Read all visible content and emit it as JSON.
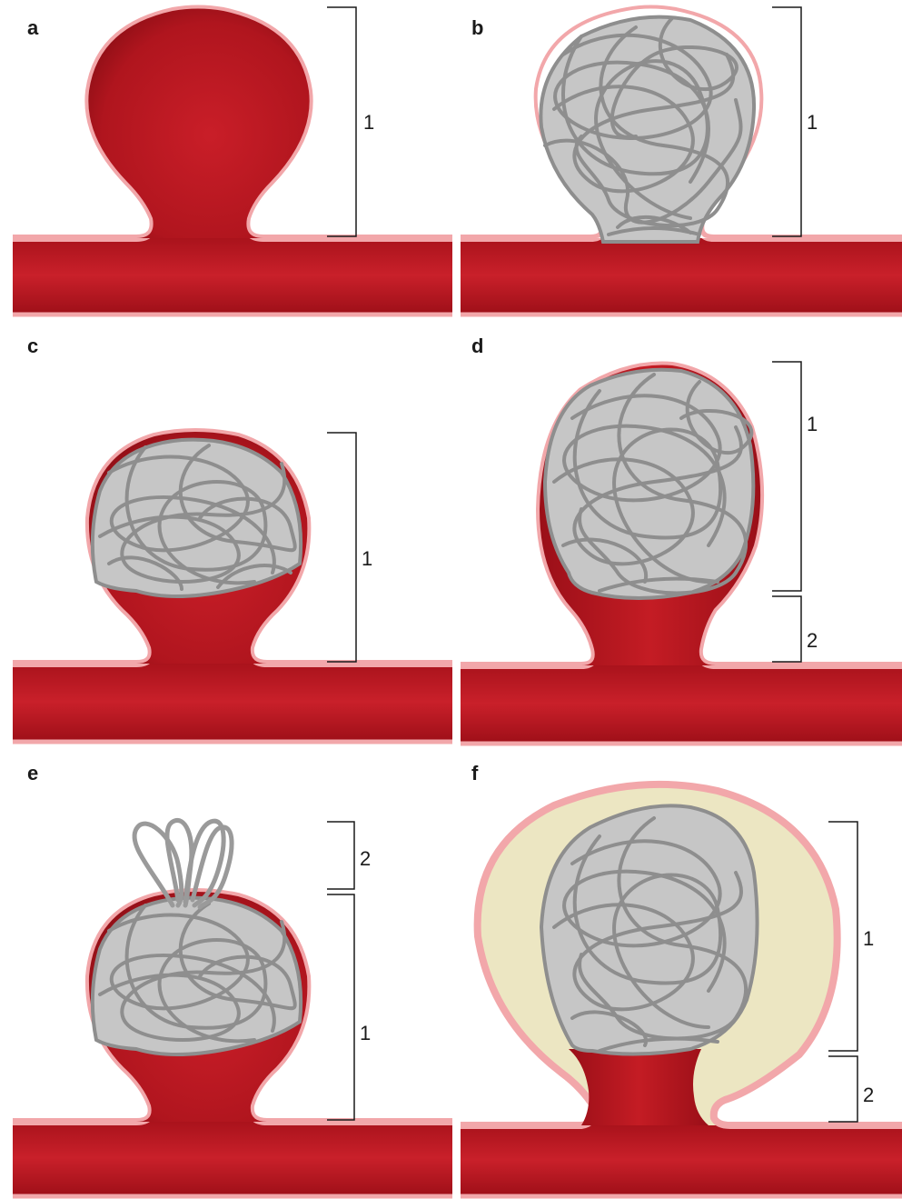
{
  "figure": {
    "panels": [
      {
        "id": "a",
        "letter": "a",
        "brackets": [
          {
            "label": "1"
          }
        ]
      },
      {
        "id": "b",
        "letter": "b",
        "brackets": [
          {
            "label": "1"
          }
        ]
      },
      {
        "id": "c",
        "letter": "c",
        "brackets": [
          {
            "label": "1"
          }
        ]
      },
      {
        "id": "d",
        "letter": "d",
        "brackets": [
          {
            "label": "1"
          },
          {
            "label": "2"
          }
        ]
      },
      {
        "id": "e",
        "letter": "e",
        "brackets": [
          {
            "label": "2"
          },
          {
            "label": "1"
          }
        ]
      },
      {
        "id": "f",
        "letter": "f",
        "brackets": [
          {
            "label": "1"
          },
          {
            "label": "2"
          }
        ]
      }
    ]
  },
  "colors": {
    "vessel_dark": "#a01018",
    "vessel_mid": "#c41c24",
    "vessel_wall": "#f2a7aa",
    "coil_fill": "#c6c6c6",
    "coil_stroke": "#8e8e8e",
    "thrombus": "#ece6c2",
    "ink": "#1a1a1a"
  }
}
